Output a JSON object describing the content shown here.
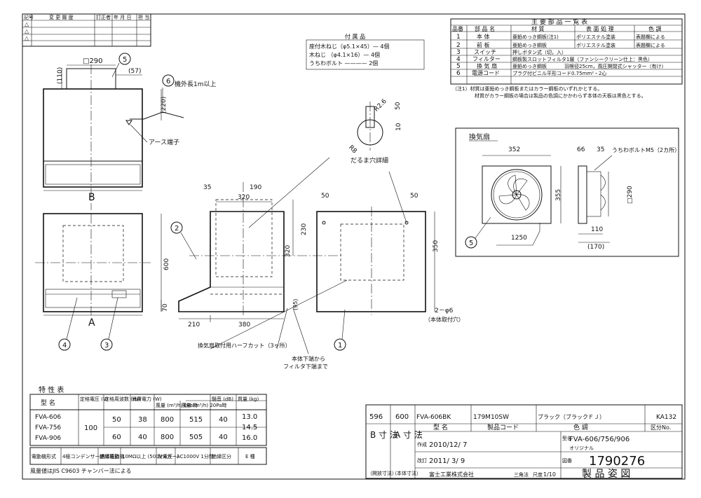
{
  "revision_box": {
    "headers": [
      "記号",
      "変 更 履 歴",
      "訂正者",
      "年 月 日",
      "担 当"
    ],
    "rows": [
      "△",
      "△",
      "△"
    ]
  },
  "accessories": {
    "title": "付 属 品",
    "items": [
      "座付木ねじ（φ5.1×45）— 4個",
      "木ねじ （φ4.1×16）— 4個",
      "うちわボルト ———— 2個"
    ]
  },
  "parts_table": {
    "title": "主 要 部 品 一 覧 表",
    "headers": [
      "品番",
      "部 品 名",
      "材 質",
      "表 面 処 理",
      "色 調"
    ],
    "rows": [
      {
        "no": "1",
        "name": "本 体",
        "material": "亜鉛めっき鋼板(注1)",
        "finish": "ポリエステル塗装",
        "color": "表題欄による"
      },
      {
        "no": "2",
        "name": "前 板",
        "material": "亜鉛めっき鋼板",
        "finish": "ポリエステル塗装",
        "color": "表題欄による"
      },
      {
        "no": "3",
        "name": "スイッチ",
        "material": "押しボタン式（切，入）",
        "finish": "",
        "color": ""
      },
      {
        "no": "4",
        "name": "フィルター",
        "material": "鋼板製スロットフィルタ1層（ファンシークリーン仕上：黒色）",
        "finish": "",
        "color": ""
      },
      {
        "no": "5",
        "name": "換 気 扇",
        "material": "亜鉛めっき鋼板",
        "finish": "羽根径25cm，風圧開閉式シャッター（有け）",
        "color": ""
      },
      {
        "no": "6",
        "name": "電源コード",
        "material": "プラグ付ビニル平形コード0.75mm²・2心",
        "finish": "",
        "color": ""
      }
    ],
    "notes": [
      "（注1）材質は亜鉛めっき鋼板またはカラー鋼板のいずれかとする。",
      "材質がカラー鋼板の場合は製品の色調にかかわらず本体の天板は黒色とする。"
    ]
  },
  "front_view": {
    "dims": {
      "width_top": "□290",
      "offset": "(57)",
      "height_top": "(110)",
      "cord_offset": "(220)",
      "height": "600",
      "bottom_gap": "70",
      "label_b": "B",
      "label_a": "A"
    },
    "labels": {
      "cord_len": "機外長1m以上",
      "earth": "アース端子"
    },
    "balloons": [
      "5",
      "6",
      "2",
      "4",
      "3"
    ]
  },
  "side_view": {
    "dims": [
      "35",
      "190",
      "320",
      "230",
      "320",
      "(95)",
      "210",
      "380",
      "50",
      "50",
      "350"
    ],
    "hole_detail": {
      "title": "だるま穴詳細",
      "r1": "R2.6",
      "r2": "R8",
      "d1": "50",
      "d2": "10"
    },
    "holes_label": "2－φ6",
    "holes_note": "（本体取付穴）",
    "labels": {
      "halfcut": "換気扇取付用ハーフカット（3ヶ所）",
      "filter_note_1": "本体下端から",
      "filter_note_2": "フィルタ下端まで"
    },
    "balloons": [
      "2",
      "1"
    ]
  },
  "fan_detail": {
    "title": "換気扇",
    "dims": [
      "352",
      "355",
      "66",
      "35",
      "□290",
      "110",
      "(170)",
      "1250"
    ],
    "bolt_label": "うちわボルトM5（2カ所）",
    "balloon": "5"
  },
  "specs_table": {
    "title": "特 性 表",
    "headers": [
      "型 名",
      "定格電圧 (V)",
      "定格周波数 (Hz)",
      "消費電力 (W)",
      "風量 (m³/h) 0Pa時",
      "風量 (m³/h) 20Pa時",
      "騒音 (dB)",
      "質量 (kg)"
    ],
    "rows": [
      {
        "model": "FVA-606",
        "voltage": "100",
        "hz": "50",
        "watt": "38",
        "q0": "800",
        "q20": "515",
        "db": "40",
        "kg": "13.0"
      },
      {
        "model": "FVA-756",
        "voltage": "",
        "hz": "",
        "watt": "",
        "q0": "",
        "q20": "",
        "db": "",
        "kg": "14.5"
      },
      {
        "model": "FVA-906",
        "voltage": "",
        "hz": "60",
        "watt": "40",
        "q0": "800",
        "q20": "505",
        "db": "40",
        "kg": "16.0"
      }
    ],
    "footer": [
      "電動機形式",
      "4極コンデンサー誘導電動機",
      "絶縁抵抗",
      "10MΩ以上 (500Vメガー)",
      "耐電圧",
      "AC1000V 1分間",
      "絶縁区分",
      "E 種"
    ],
    "note": "風量値はJIS C9603 チャンバー法による"
  },
  "title_block": {
    "b_val": "596",
    "a_val": "600",
    "model_code": "FVA-606BK",
    "product_code": "179M10SW",
    "color": "ブラック（ブラックＦＪ）",
    "sheet_code": "KA132",
    "col_labels": [
      "型 名",
      "製品コード",
      "色 調",
      "区分No."
    ],
    "b_label": "B 寸 法",
    "a_label": "A 寸 法",
    "b_sub": "（開放寸法）",
    "a_sub": "（本体寸法）",
    "made_label": "作成",
    "made_date": "2010/12/ 7",
    "rev_label": "改訂",
    "rev_date": "2011/ 3/ 9",
    "model_label": "型名",
    "model": "FVA-606/756/906",
    "original_label": "オリジナル",
    "drawing_no": "1790276",
    "drawing_no_label": "図番",
    "company": "富士工業株式会社",
    "method": "三角法",
    "scale_label": "尺度",
    "scale": "1/10",
    "doc_title": "製 品 姿 図"
  }
}
